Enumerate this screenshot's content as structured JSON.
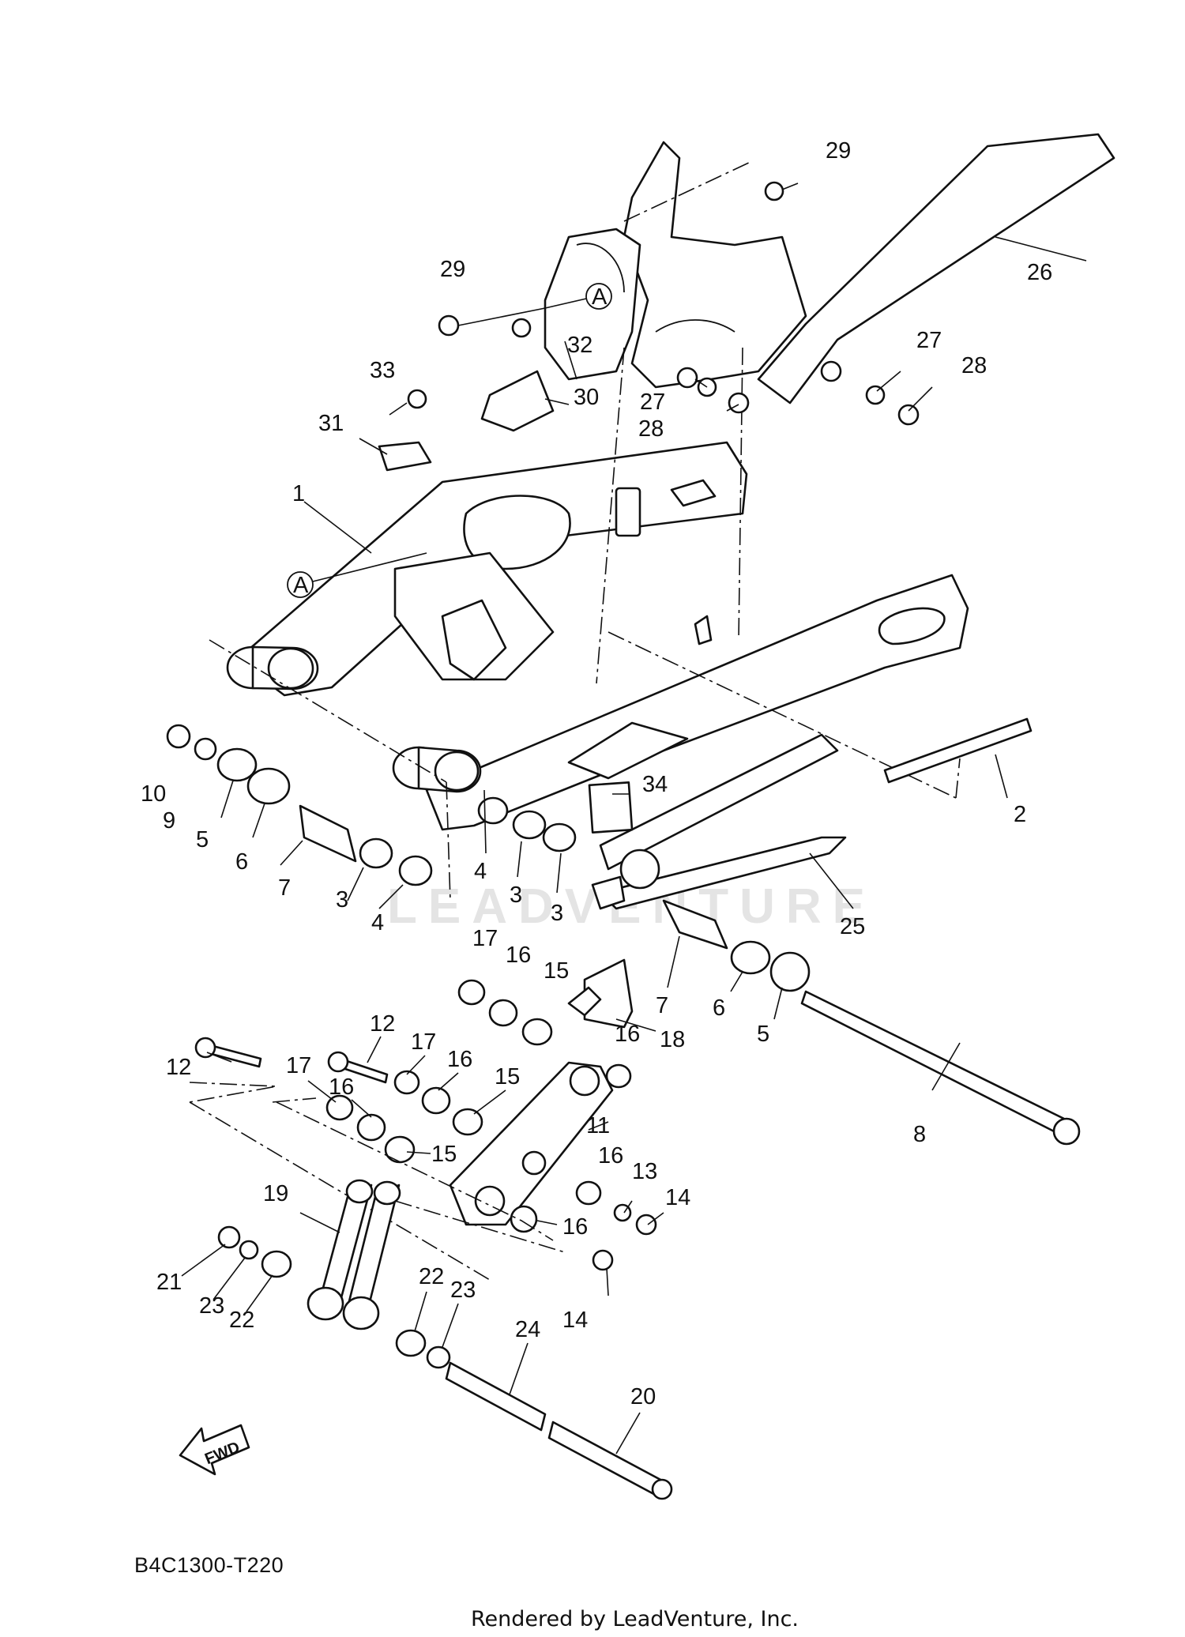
{
  "diagram": {
    "code": "B4C1300-T220",
    "rendered_by": "Rendered by LeadVenture, Inc.",
    "watermark": "LEADVENTURE",
    "fwd": "FWD",
    "ref_a": "A",
    "callouts": {
      "c1": "1",
      "c2": "2",
      "c3a": "3",
      "c3b": "3",
      "c3c": "3",
      "c4a": "4",
      "c4b": "4",
      "c5a": "5",
      "c5b": "5",
      "c6a": "6",
      "c6b": "6",
      "c7a": "7",
      "c7b": "7",
      "c8": "8",
      "c9": "9",
      "c10": "10",
      "c11": "11",
      "c12a": "12",
      "c12b": "12",
      "c13": "13",
      "c14a": "14",
      "c14b": "14",
      "c15a": "15",
      "c15b": "15",
      "c15c": "15",
      "c16a": "16",
      "c16b": "16",
      "c16c": "16",
      "c16d": "16",
      "c16e": "16",
      "c16f": "16",
      "c17a": "17",
      "c17b": "17",
      "c17c": "17",
      "c18": "18",
      "c19": "19",
      "c20": "20",
      "c21": "21",
      "c22a": "22",
      "c22b": "22",
      "c23a": "23",
      "c23b": "23",
      "c24": "24",
      "c25": "25",
      "c26": "26",
      "c27a": "27",
      "c27b": "27",
      "c28a": "28",
      "c28b": "28",
      "c29a": "29",
      "c29b": "29",
      "c30": "30",
      "c31": "31",
      "c32": "32",
      "c33": "33",
      "c34": "34"
    }
  }
}
